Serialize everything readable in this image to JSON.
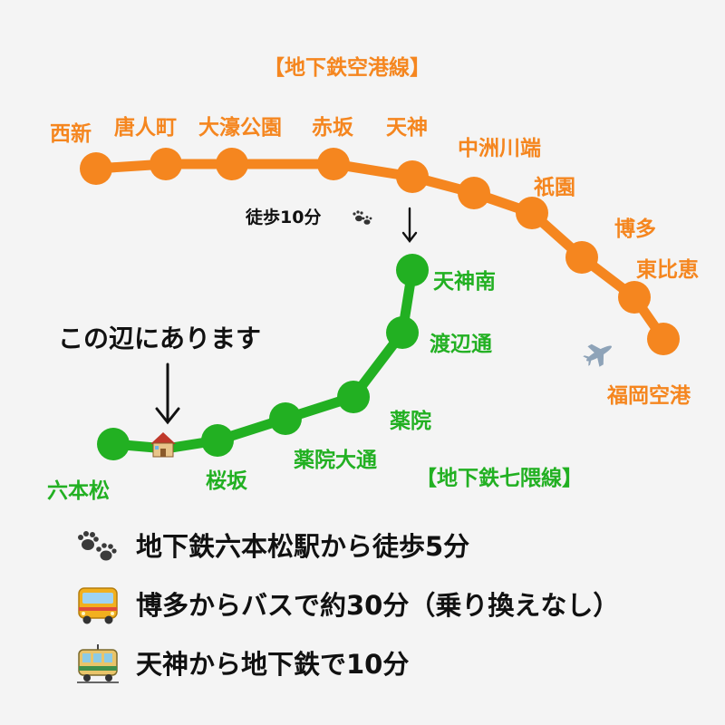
{
  "colors": {
    "orange": "#f5861f",
    "green": "#22b022",
    "text": "#111111"
  },
  "lines": {
    "airport": {
      "name": "【地下鉄空港線】",
      "stations": [
        "西新",
        "唐人町",
        "大濠公園",
        "赤坂",
        "天神",
        "中洲川端",
        "祇園",
        "博多",
        "東比恵",
        "福岡空港"
      ]
    },
    "nanakuma": {
      "name": "【地下鉄七隈線】",
      "stations": [
        "天神南",
        "渡辺通",
        "薬院",
        "薬院大通",
        "桜坂",
        "六本松"
      ]
    }
  },
  "annotations": {
    "walk": "徒歩10分",
    "location": "この辺にあります"
  },
  "icons": {
    "paws": "paw-prints-icon",
    "house": "house-icon",
    "airplane": "airplane-icon",
    "bus": "bus-icon",
    "tram": "tram-icon",
    "arrow": "arrow-down-icon"
  },
  "info": [
    {
      "icon": "paw-prints-icon",
      "text": "地下鉄六本松駅から徒歩5分"
    },
    {
      "icon": "bus-icon",
      "text": "博多からバスで約30分（乗り換えなし）"
    },
    {
      "icon": "tram-icon",
      "text": "天神から地下鉄で10分"
    }
  ]
}
